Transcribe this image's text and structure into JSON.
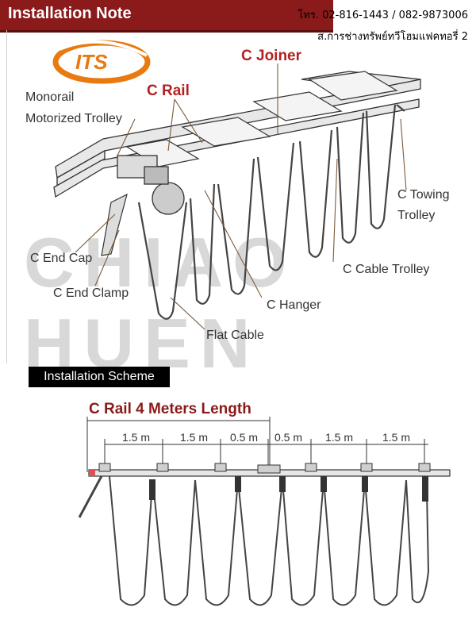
{
  "header": {
    "title": "Installation Note"
  },
  "contact": {
    "phone": "โทร. 02-816-1443 / 082-9873006",
    "company": "ส.การช่างทรัพย์ทวีโฮมแฟคทอรี่ 2"
  },
  "logo": {
    "text": "ITS",
    "color": "#e87a10"
  },
  "watermark": "CHIAO HUEN",
  "labels": {
    "monorail": "Monorail",
    "motorized": "Motorized Trolley",
    "c_rail": "C Rail",
    "c_joiner": "C Joiner",
    "c_towing": "C Towing",
    "trolley": "Trolley",
    "c_end_cap": "C End Cap",
    "c_end_clamp": "C End Clamp",
    "c_cable_trolley": "C Cable Trolley",
    "c_hanger": "C Hanger",
    "flat_cable": "Flat Cable"
  },
  "scheme": {
    "header": "Installation Scheme",
    "title": "C Rail 4 Meters Length",
    "dimensions": [
      "1.5 m",
      "1.5 m",
      "0.5 m",
      "0.5 m",
      "1.5 m",
      "1.5 m"
    ]
  },
  "colors": {
    "header_bg": "#8b1a1a",
    "accent_red": "#b22222"
  }
}
